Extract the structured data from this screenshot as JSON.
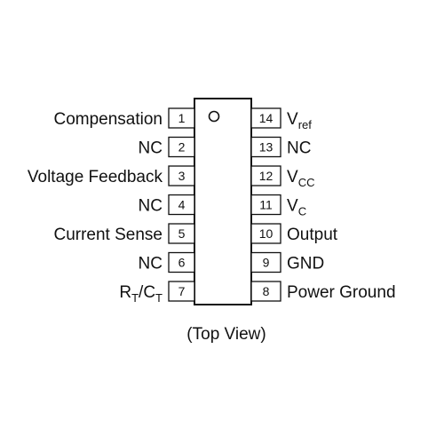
{
  "pins_left": [
    {
      "number": "1",
      "label": "Compensation"
    },
    {
      "number": "2",
      "label": "NC"
    },
    {
      "number": "3",
      "label": "Voltage Feedback"
    },
    {
      "number": "4",
      "label": "NC"
    },
    {
      "number": "5",
      "label": "Current Sense"
    },
    {
      "number": "6",
      "label": "NC"
    },
    {
      "number": "7",
      "label": "RT/CT",
      "parts": [
        "R",
        "T",
        "/C",
        "T"
      ]
    }
  ],
  "pins_right": [
    {
      "number": "14",
      "label": "Vref",
      "parts": [
        "V",
        "ref"
      ]
    },
    {
      "number": "13",
      "label": "NC"
    },
    {
      "number": "12",
      "label": "VCC",
      "parts": [
        "V",
        "CC"
      ]
    },
    {
      "number": "11",
      "label": "VC",
      "parts": [
        "V",
        "C"
      ]
    },
    {
      "number": "10",
      "label": "Output"
    },
    {
      "number": "9",
      "label": "GND"
    },
    {
      "number": "8",
      "label": "Power Ground"
    }
  ],
  "caption": "(Top View)"
}
